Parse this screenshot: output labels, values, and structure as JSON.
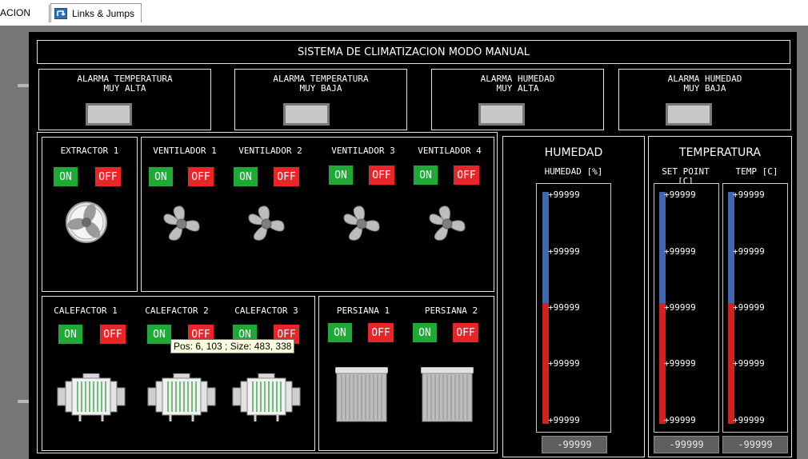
{
  "tabs": {
    "partial_label": "ACION",
    "links_label": "Links & Jumps"
  },
  "title": "SISTEMA DE CLIMATIZACION MODO MANUAL",
  "alarms": [
    {
      "label": "ALARMA TEMPERATURA\nMUY ALTA"
    },
    {
      "label": "ALARMA TEMPERATURA\nMUY BAJA"
    },
    {
      "label": "ALARMA HUMEDAD\nMUY ALTA"
    },
    {
      "label": "ALARMA HUMEDAD\nMUY BAJA"
    }
  ],
  "buttons": {
    "on": "ON",
    "off": "OFF"
  },
  "extractor": {
    "label": "EXTRACTOR 1"
  },
  "ventiladores": [
    {
      "label": "VENTILADOR 1"
    },
    {
      "label": "VENTILADOR 2"
    },
    {
      "label": "VENTILADOR 3"
    },
    {
      "label": "VENTILADOR 4"
    }
  ],
  "calefactores": [
    {
      "label": "CALEFACTOR 1"
    },
    {
      "label": "CALEFACTOR 2"
    },
    {
      "label": "CALEFACTOR 3"
    }
  ],
  "persianas": [
    {
      "label": "PERSIANA 1"
    },
    {
      "label": "PERSIANA 2"
    }
  ],
  "humedad": {
    "title": "HUMEDAD",
    "subtitle": "HUMEDAD [%]",
    "ticks": [
      "+99999",
      "+99999",
      "+99999",
      "+99999",
      "+99999"
    ],
    "readout": "-99999",
    "level": 0.52
  },
  "temperatura": {
    "title": "TEMPERATURA",
    "setpoint_label": "SET POINT [C]",
    "temp_label": "TEMP [C]",
    "setpoint_ticks": [
      "+99999",
      "+99999",
      "+99999",
      "+99999",
      "+99999"
    ],
    "temp_ticks": [
      "+99999",
      "+99999",
      "+99999",
      "+99999",
      "+99999"
    ],
    "setpoint_readout": "-99999",
    "temp_readout": "-99999",
    "setpoint_level": 0.52,
    "temp_level": 0.52
  },
  "tooltip": "Pos: 6, 103 ; Size: 483, 338",
  "colors": {
    "on": "#1faa38",
    "off": "#e8262a",
    "bar_blue": "#3f68b0",
    "bar_red": "#d52020",
    "panel": "#000000"
  }
}
